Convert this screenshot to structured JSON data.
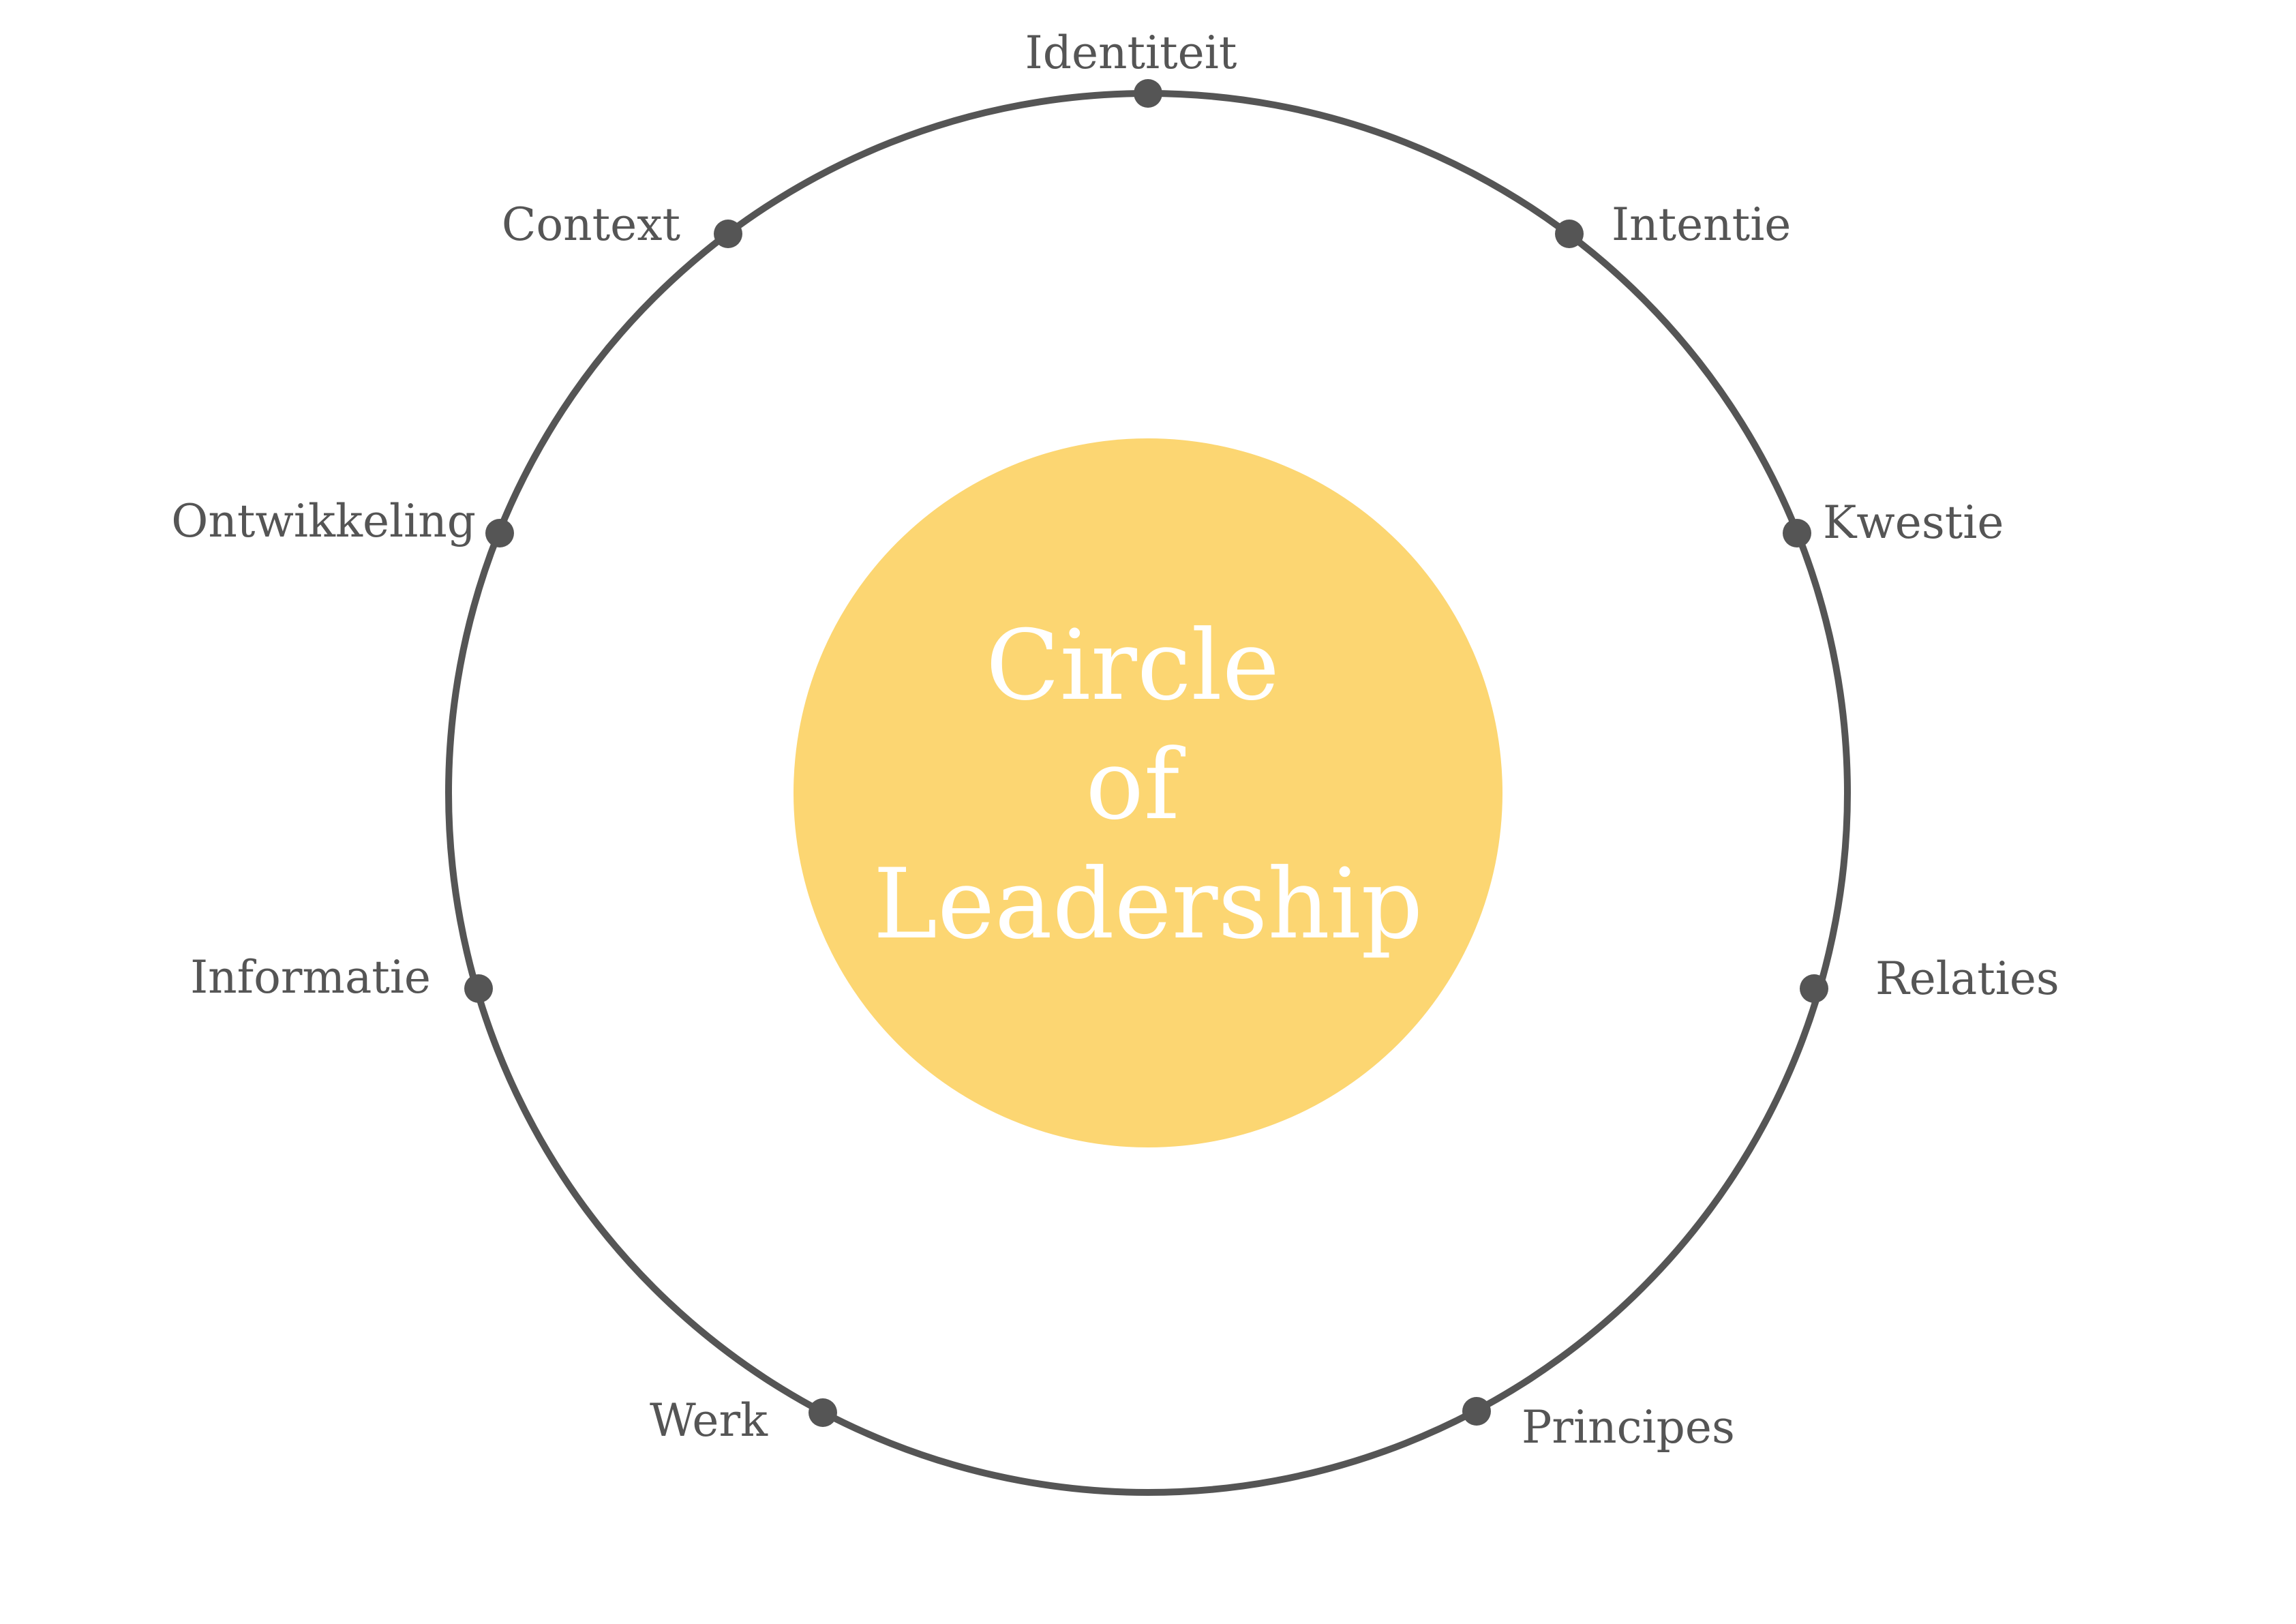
{
  "diagram": {
    "center": {
      "lines": [
        "Circle",
        "of",
        "Leadership"
      ],
      "fill_color": "#FCD672",
      "text_color": "#FFFFFF"
    },
    "ring_color": "#555555",
    "label_color": "#555555",
    "nodes": [
      {
        "id": "identiteit",
        "label": "Identiteit"
      },
      {
        "id": "intentie",
        "label": "Intentie"
      },
      {
        "id": "kwestie",
        "label": "Kwestie"
      },
      {
        "id": "relaties",
        "label": "Relaties"
      },
      {
        "id": "principes",
        "label": "Principes"
      },
      {
        "id": "werk",
        "label": "Werk"
      },
      {
        "id": "informatie",
        "label": "Informatie"
      },
      {
        "id": "ontwikkeling",
        "label": "Ontwikkeling"
      },
      {
        "id": "context",
        "label": "Context"
      }
    ]
  }
}
